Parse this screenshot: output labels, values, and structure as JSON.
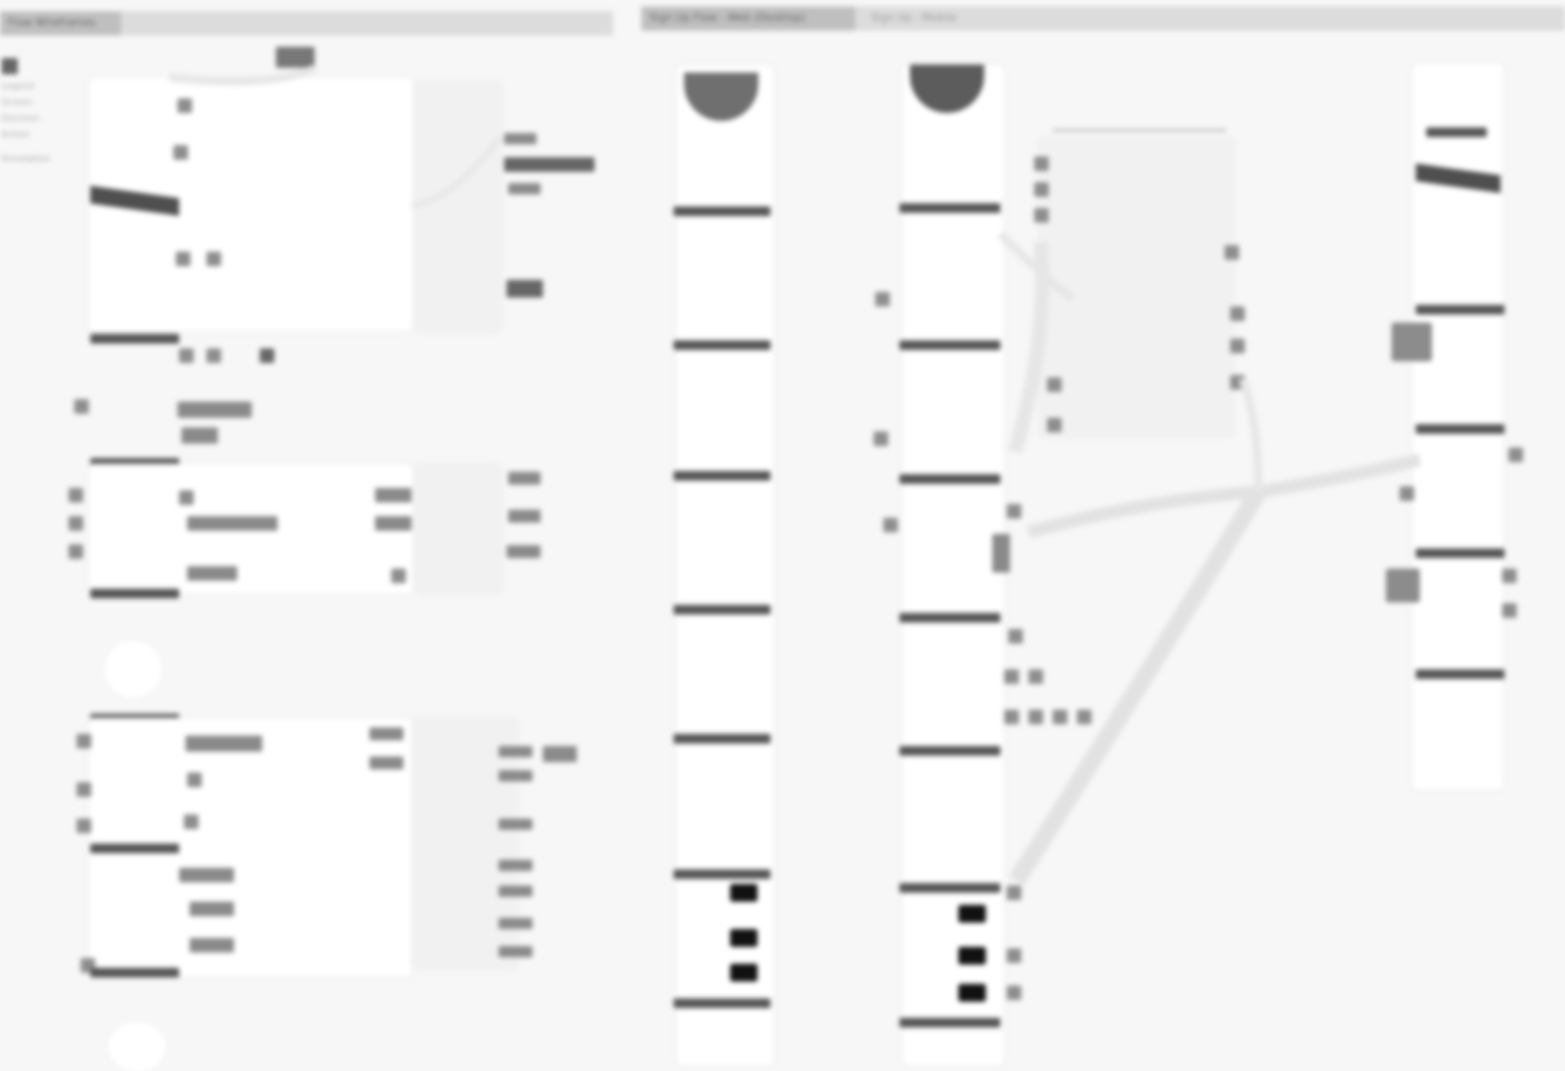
{
  "tabs": {
    "left_title": "Flow Wireframes",
    "right_active": "Sign Up Flow - Web (Desktop)",
    "right_inactive": "Sign Up - Mobile"
  },
  "annotations": {
    "sidebar_note_1": "Legend",
    "sidebar_note_2": "Screen",
    "sidebar_note_3": "Decision",
    "sidebar_note_4": "Action",
    "sidebar_note_5": "Annotation"
  },
  "colors": {
    "background": "#f7f7f7",
    "tab_bar": "#dcdcdc",
    "tab_active": "#bfbfbf",
    "panel": "#ffffff",
    "heading_bar": "#555555",
    "chip": "#8d8d8d",
    "block_dark": "#111111",
    "connector": "#dcdcdc"
  },
  "icons": [
    "flowchart-node-icon",
    "screen-thumbnail-icon",
    "connector-icon"
  ]
}
